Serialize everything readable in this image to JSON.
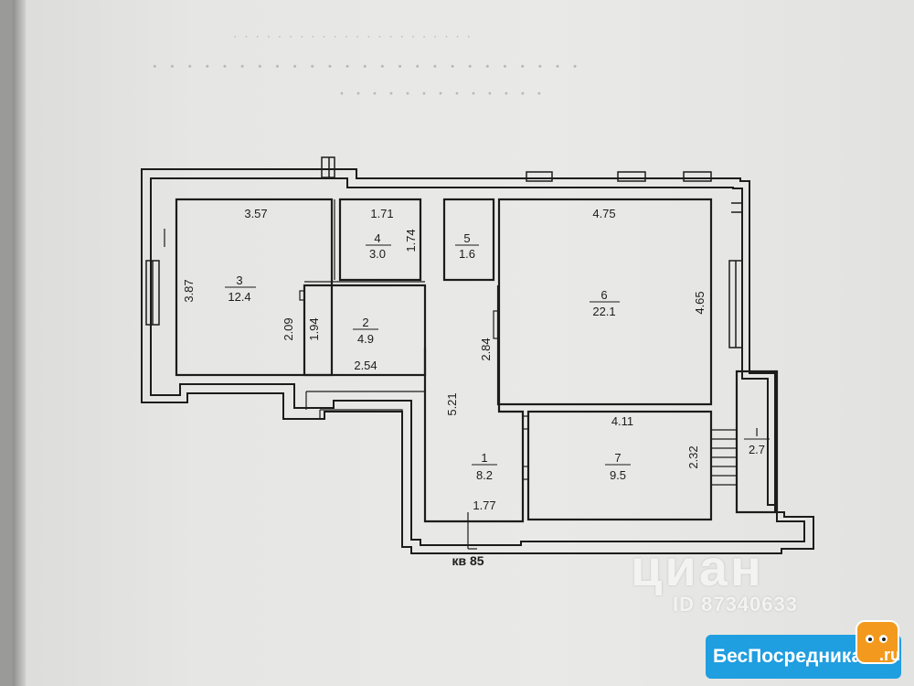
{
  "apartment": {
    "label": "кв 85"
  },
  "rooms": [
    {
      "number": "1",
      "area": "8.2"
    },
    {
      "number": "2",
      "area": "4.9"
    },
    {
      "number": "3",
      "area": "12.4"
    },
    {
      "number": "4",
      "area": "3.0"
    },
    {
      "number": "5",
      "area": "1.6"
    },
    {
      "number": "6",
      "area": "22.1"
    },
    {
      "number": "7",
      "area": "9.5"
    },
    {
      "number": "I",
      "area": "2.7"
    }
  ],
  "dimensions": {
    "room3_width": "3.57",
    "room3_height": "3.87",
    "room4_width": "1.71",
    "room4_height": "1.74",
    "room6_width": "4.75",
    "room6_height": "4.65",
    "room2_height_a": "2.09",
    "room2_height_b": "1.94",
    "room2_width": "2.54",
    "room6_lower": "2.84",
    "room1_height": "5.21",
    "room1_width": "1.77",
    "room7_width": "4.11",
    "room7_height": "2.32"
  },
  "watermark": {
    "brand": "циан",
    "id": "ID 87340633"
  },
  "badge": {
    "text": "БесПосредника",
    "domain": ".ru"
  },
  "colors": {
    "badge_blue": "#1f9ee0",
    "mascot_orange": "#f39a1e",
    "ink": "#1c1c1c"
  }
}
